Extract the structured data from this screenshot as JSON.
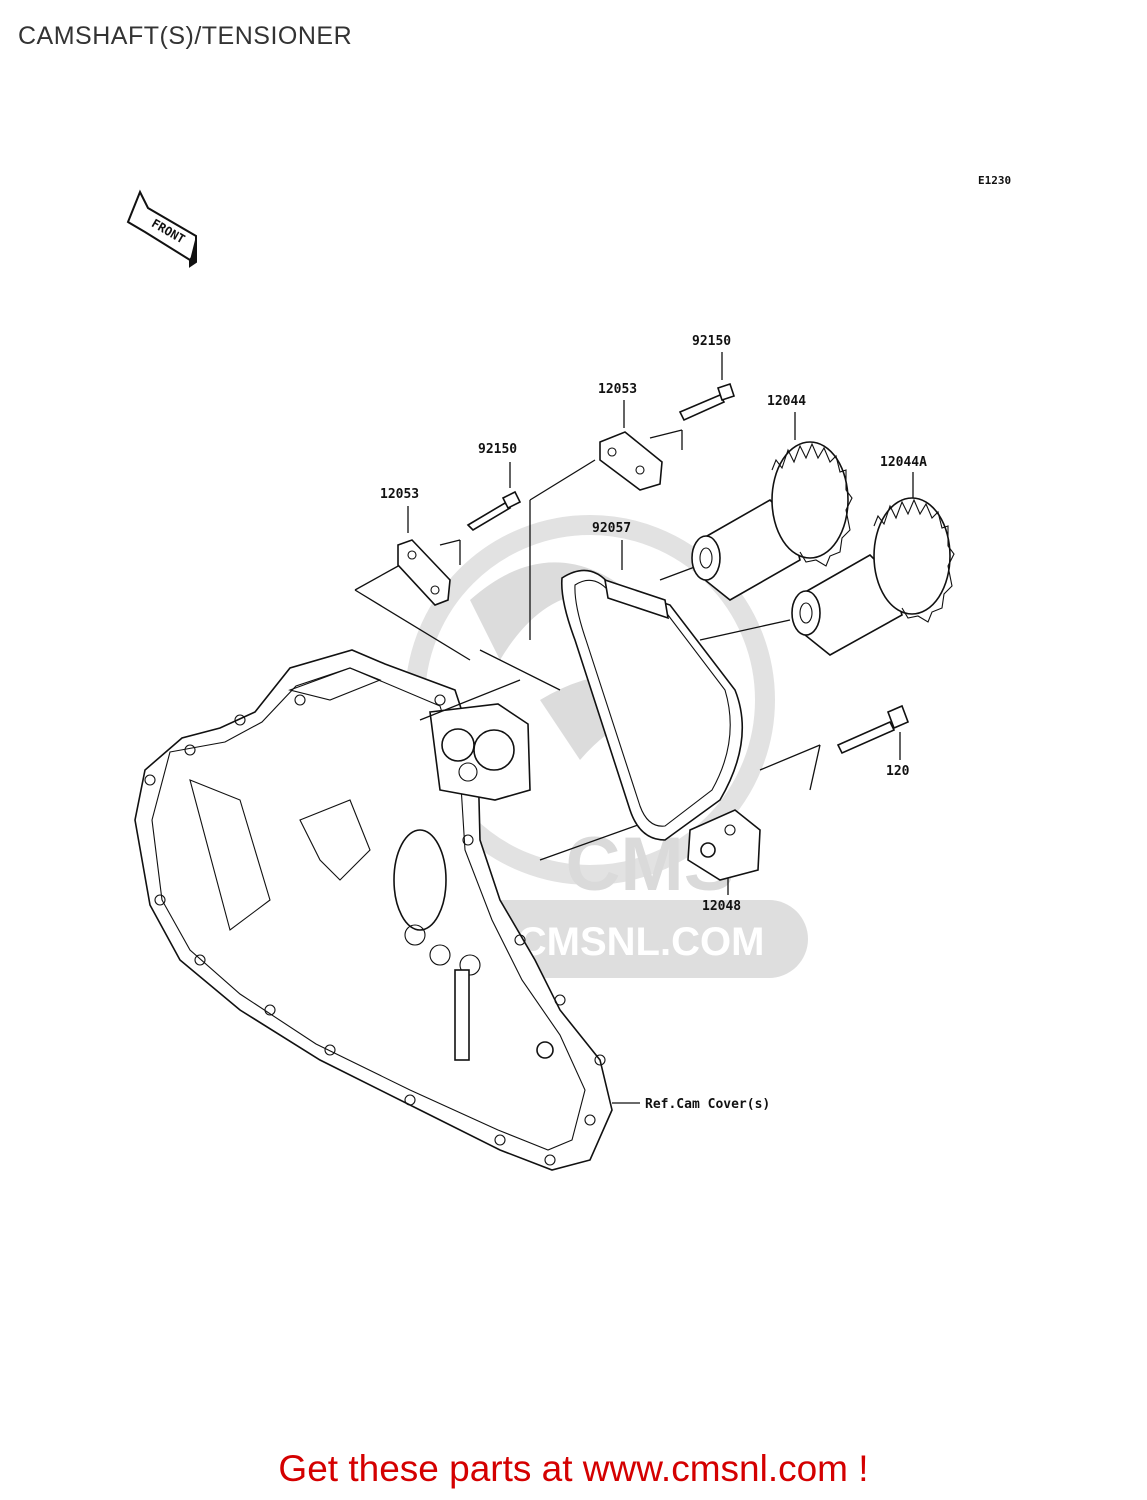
{
  "page": {
    "title": "CAMSHAFT(S)/TENSIONER",
    "diagram_code": "E1230",
    "direction_label": "FRONT"
  },
  "watermark": {
    "brand": "CMS",
    "url": "WWW.CMSNL.COM"
  },
  "callouts": {
    "p92150_top": "92150",
    "p12053_top": "12053",
    "p12044": "12044",
    "p12044A": "12044A",
    "p92150_left": "92150",
    "p12053_left": "12053",
    "p92057": "92057",
    "p120": "120",
    "p12048": "12048",
    "ref_cover": "Ref.Cam Cover(s)"
  },
  "footer": {
    "link_text": "Get these parts at www.cmsnl.com !"
  }
}
